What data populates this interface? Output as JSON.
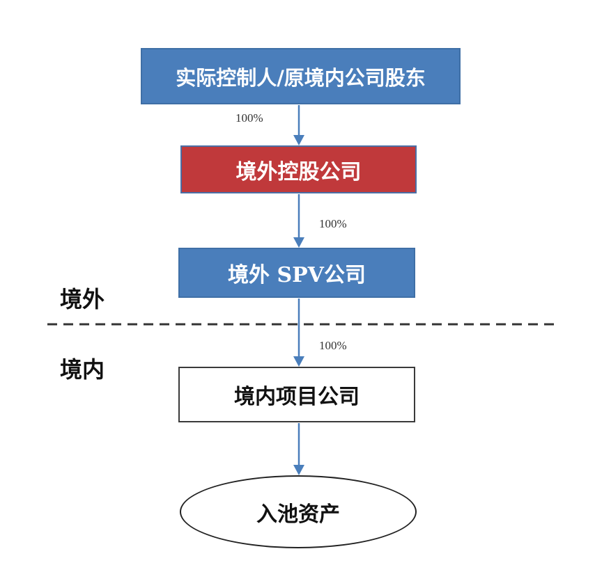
{
  "nodes": {
    "controller": "实际控制人/原境内公司股东",
    "offshore_holding": "境外控股公司",
    "offshore_spv": "境外 SPV公司",
    "domestic_project": "境内项目公司",
    "pool_assets": "入池资产"
  },
  "edges": {
    "controller_to_holding": "100%",
    "holding_to_spv": "100%",
    "spv_to_project": "100%"
  },
  "regions": {
    "offshore": "境外",
    "domestic": "境内"
  },
  "colors": {
    "blue_box": "#4a7ebb",
    "red_box": "#c0393b",
    "arrow": "#4a7ebb",
    "divider": "#333333"
  }
}
